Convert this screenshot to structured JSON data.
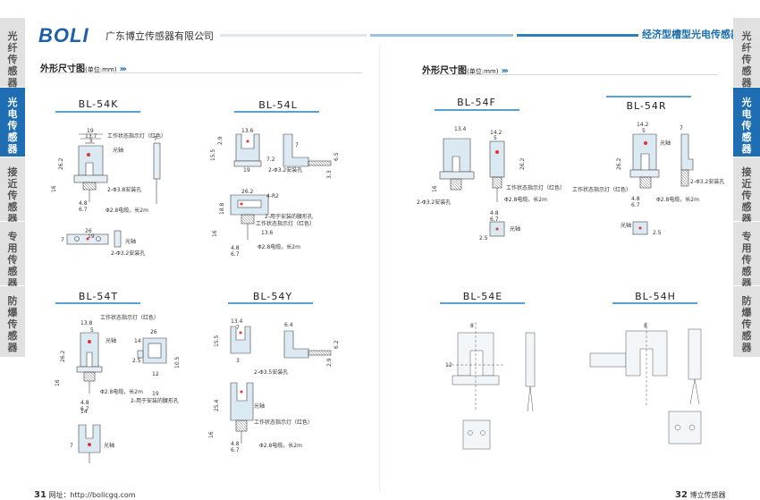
{
  "header": {
    "logo": "BOLI",
    "company": "广东博立传感器有限公司",
    "chevrons": "››››",
    "right_title": "经济型槽型光电传感器"
  },
  "left_tabs": [
    {
      "label": "光纤传感器",
      "active": false
    },
    {
      "label": "光电传感器",
      "active": true
    },
    {
      "label": "接近传感器",
      "active": false
    },
    {
      "label": "专用传感器",
      "active": false
    },
    {
      "label": "防爆传感器",
      "active": false
    }
  ],
  "right_tabs": [
    {
      "label": "光纤传感器",
      "active": false
    },
    {
      "label": "光电传感器",
      "active": true
    },
    {
      "label": "接近传感器",
      "active": false
    },
    {
      "label": "专用传感器",
      "active": false
    },
    {
      "label": "防爆传感器",
      "active": false
    }
  ],
  "section": {
    "title": "外形尺寸图",
    "unit": "(单位:mm)",
    "arrows": "›››"
  },
  "models": {
    "bl54k": "BL-54K",
    "bl54l": "BL-54L",
    "bl54t": "BL-54T",
    "bl54y": "BL-54Y",
    "bl54f": "BL-54F",
    "bl54r": "BL-54R",
    "bl54e": "BL-54E",
    "bl54h": "BL-54H"
  },
  "labels": {
    "indicator": "工作状态指示灯（红色）",
    "optical_axis": "光轴",
    "hole_38": "2-Φ3.8安装孔",
    "hole_32": "2-Φ3.2安装孔",
    "hole_35": "2-Φ3.5安装孔",
    "cable": "Φ2.8电缆，长2m",
    "slot_hole": "2-用于安装的腰形孔",
    "r2": "4-R2"
  },
  "dims": {
    "d19": "19",
    "d137": "13.7",
    "d5": "5",
    "d7": "7",
    "d262": "26.2",
    "d16": "16",
    "d36": "3.6",
    "d48": "4.8",
    "d67": "6.7",
    "d26": "26",
    "d3": "3",
    "d136": "13.6",
    "d29": "2.9",
    "d155": "15.5",
    "d72": "7.2",
    "d65": "6.5",
    "d33": "3.3",
    "d188": "18.8",
    "d138": "13.8",
    "d142": "14.2",
    "d134": "13.4",
    "d254": "25.4",
    "d105": "10.5",
    "d14": "14",
    "d64": "6.4",
    "d62": "6.2",
    "d25": "2.5",
    "d12": "12",
    "d8": "8"
  },
  "footer": {
    "left_page": "31",
    "website": "网址：http://bolicgq.com",
    "right_page": "32",
    "company_short": "博立传感器"
  }
}
